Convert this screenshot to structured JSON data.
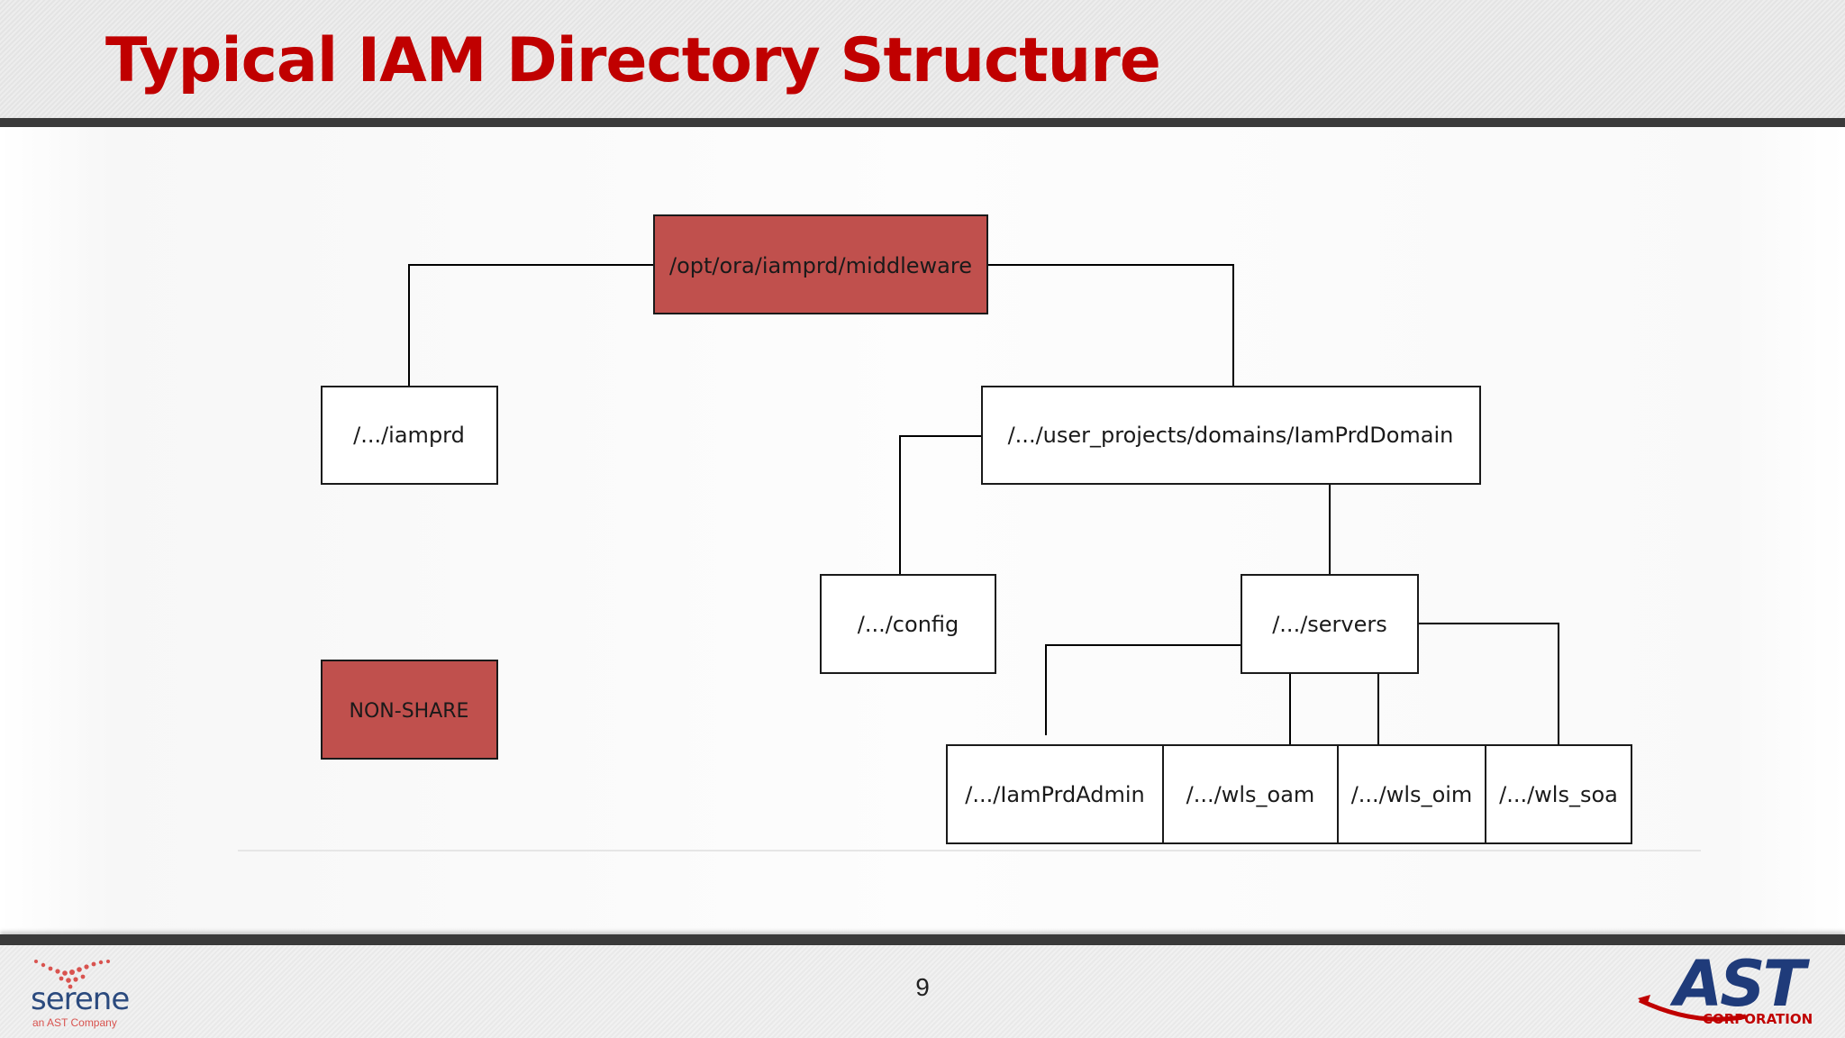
{
  "slide": {
    "title": "Typical IAM Directory Structure",
    "page_number": "9"
  },
  "diagram": {
    "nodes": {
      "middleware": "/opt/ora/iamprd/middleware",
      "iamprd": "/.../iamprd",
      "domain": "/.../user_projects/domains/IamPrdDomain",
      "config": "/.../config",
      "servers": "/.../servers",
      "admin": "/.../IamPrdAdmin",
      "wls_oam": "/.../wls_oam",
      "wls_oim": "/.../wls_oim",
      "wls_soa": "/.../wls_soa"
    },
    "legend": {
      "non_share_label": "NON-SHARE"
    },
    "colors": {
      "non_share_fill": "#c0504d",
      "default_fill": "#ffffff",
      "title_red": "#c00000"
    }
  },
  "footer": {
    "left_logo": {
      "name": "serene",
      "tagline": "an AST Company"
    },
    "right_logo": {
      "name": "AST",
      "tagline": "CORPORATION"
    }
  }
}
